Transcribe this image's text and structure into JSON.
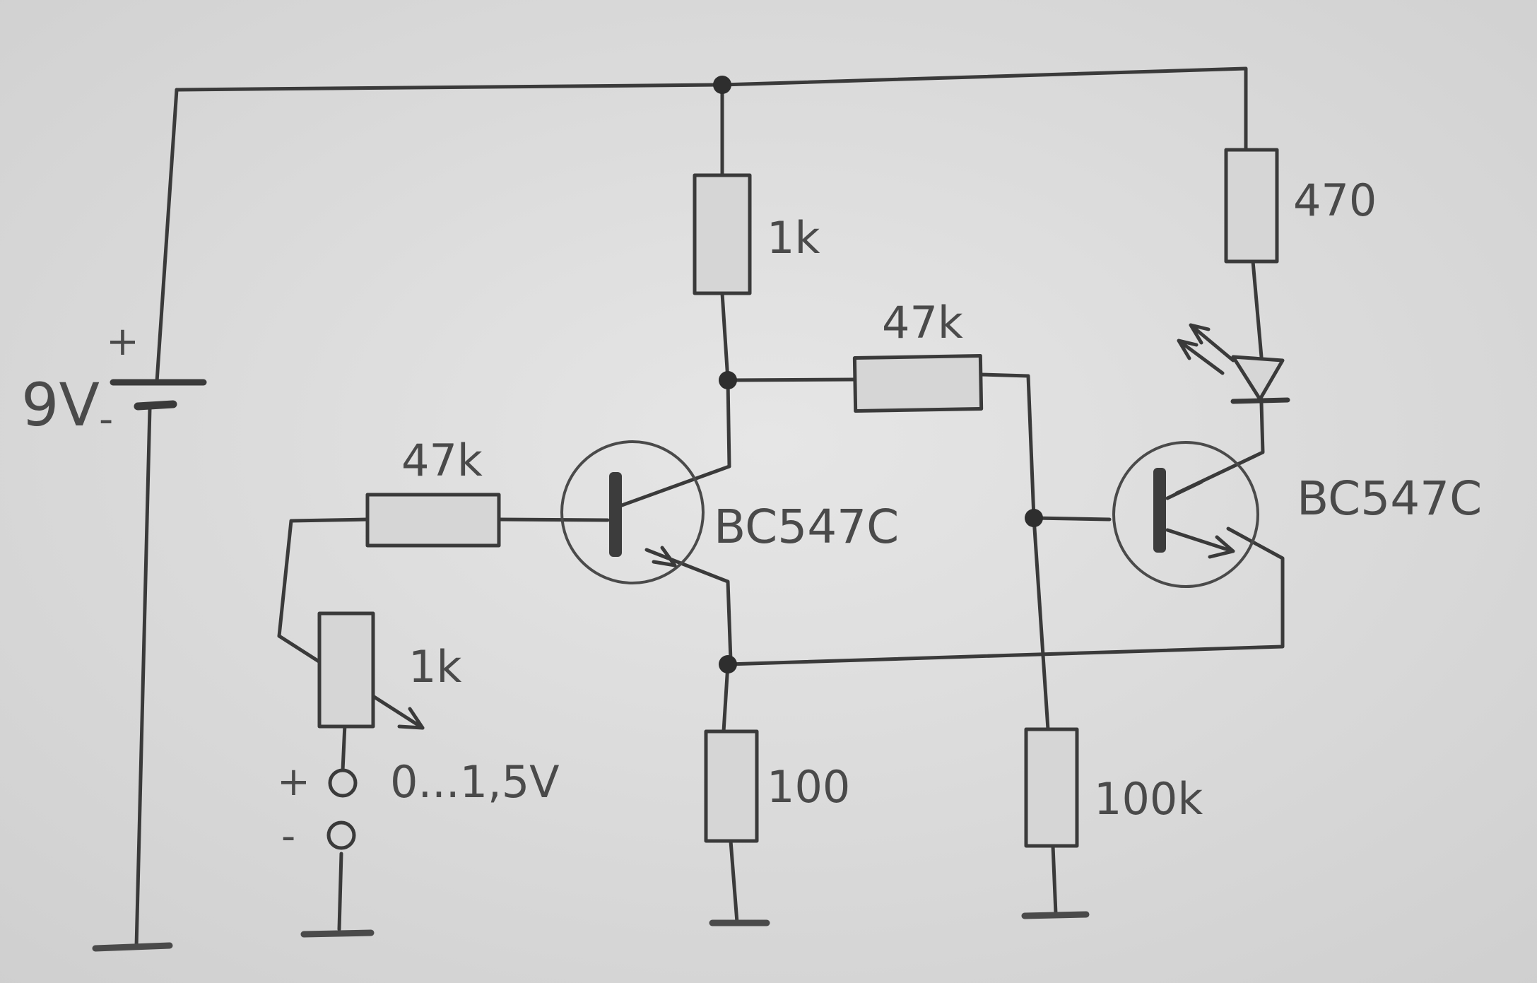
{
  "battery": {
    "voltage_label": "9V",
    "plus_label": "+",
    "minus_label": "-"
  },
  "resistors": {
    "r_collector": "1k",
    "r_feedback": "47k",
    "r_base_in": "47k",
    "r_pot": "1k",
    "r_emitter": "100",
    "r_base2_down": "100k",
    "r_led": "470"
  },
  "transistors": {
    "q1": "BC547C",
    "q2": "BC547C"
  },
  "input": {
    "range_label": "0...1,5V",
    "plus_label": "+",
    "minus_label": "-"
  },
  "colors": {
    "paper": "#dcdcdc",
    "pencil": "#3a3a3a"
  }
}
